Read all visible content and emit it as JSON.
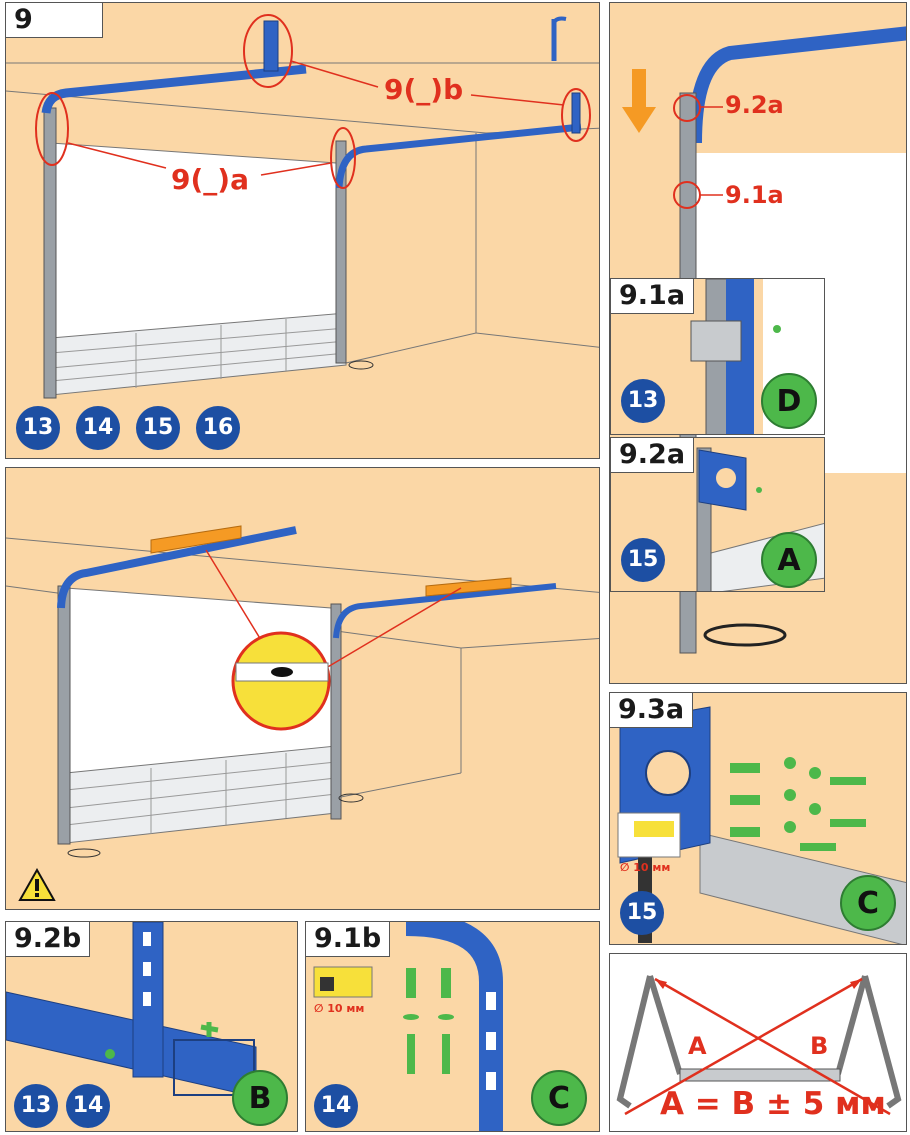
{
  "panel_9": {
    "step": "9",
    "callout_b": "9(_)b",
    "callout_a": "9(_)a",
    "badges": [
      "13",
      "14",
      "15",
      "16"
    ]
  },
  "panel_level": {
    "warning_icon": "warning-triangle-icon"
  },
  "panel_9_2b": {
    "step": "9.2b",
    "badges": [
      "13",
      "14"
    ],
    "part": "B"
  },
  "panel_9_1b": {
    "step": "9.1b",
    "badge": "14",
    "part": "C",
    "drill": "∅ 10 мм"
  },
  "panel_right_top": {
    "callout_2a": "9.2a",
    "callout_1a": "9.1a"
  },
  "inset_9_1a": {
    "step": "9.1a",
    "badge": "13",
    "part": "D"
  },
  "inset_9_2a": {
    "step": "9.2a",
    "badge": "15",
    "part": "A"
  },
  "panel_9_3a": {
    "step": "9.3a",
    "badge": "15",
    "part": "C",
    "drill": "∅ 10 мм"
  },
  "panel_diag": {
    "label_a": "A",
    "label_b": "B",
    "formula": "A = B ± 5 мм"
  },
  "colors": {
    "wall": "#fbd7a6",
    "rail": "#2f63c4",
    "callout": "#e0301e",
    "badge": "#1d4fa3",
    "part": "#4db84a"
  }
}
